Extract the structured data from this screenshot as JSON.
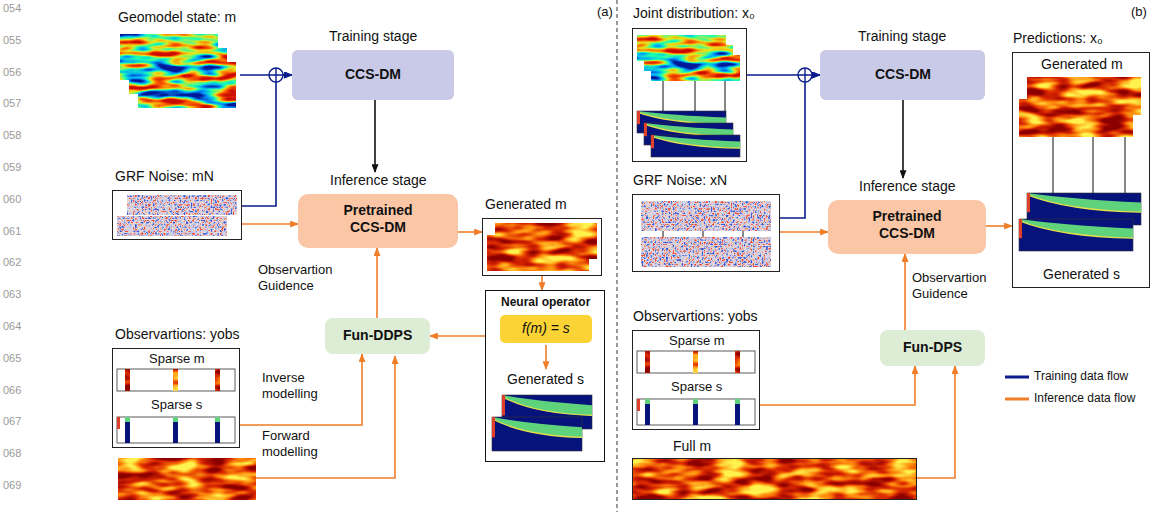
{
  "diagram": {
    "nodes": [
      {
        "text": [
          "Geomodel state: m"
        ]
      },
      {
        "text": [
          "Training stage",
          "CCS-DM"
        ]
      },
      {
        "text": [
          "GRF Noise: mN"
        ]
      },
      {
        "text": [
          "Inference stage",
          "Pretrained CCS-DM"
        ]
      },
      {
        "text": [
          "Generated m"
        ]
      },
      {
        "text": [
          "Neural operator",
          "Generated s"
        ]
      },
      {
        "text": [
          "f(m) = s"
        ],
        "in": 5
      },
      {
        "text": [
          "Fun-DDPS"
        ]
      },
      {
        "text": [
          "Observartions: yobs",
          "Sparse m",
          "Sparse s"
        ]
      },
      {
        "text": [
          "Joint distribution: x₀"
        ]
      },
      {
        "text": [
          "Training stage",
          "CCS-DM"
        ]
      },
      {
        "text": [
          "Predictions: x₀",
          "Generated m",
          "Generated s"
        ]
      },
      {
        "text": [
          "GRF Noise: xN"
        ]
      },
      {
        "text": [
          "Inference stage",
          "Pretrained CCS-DM"
        ]
      },
      {
        "text": [
          "Fun-DPS"
        ]
      },
      {
        "text": [
          "Observartions: yobs",
          "Sparse m",
          "Sparse s"
        ]
      },
      {
        "text": [
          "Full m"
        ]
      }
    ],
    "edges": [
      {
        "from": 0,
        "to": 1,
        "arrow": "to"
      },
      {
        "from": 2,
        "to": 1,
        "arrow": "to"
      },
      {
        "from": 1,
        "to": 3,
        "arrow": "to"
      },
      {
        "from": 2,
        "to": 3,
        "arrow": "to"
      },
      {
        "from": 3,
        "to": 4,
        "arrow": "to"
      },
      {
        "from": 4,
        "to": 5,
        "arrow": "to"
      },
      {
        "from": 5,
        "to": 7,
        "arrow": "to"
      },
      {
        "from": 7,
        "to": 3,
        "label": "Observartion Guidence",
        "arrow": "to"
      },
      {
        "from": 8,
        "to": 7,
        "label": "Inverse modelling",
        "arrow": "to"
      },
      {
        "from": 9,
        "to": 10,
        "arrow": "to"
      },
      {
        "from": 12,
        "to": 10,
        "arrow": "to"
      },
      {
        "from": 10,
        "to": 13,
        "arrow": "to"
      },
      {
        "from": 12,
        "to": 13,
        "arrow": "to"
      },
      {
        "from": 13,
        "to": 11,
        "arrow": "to"
      },
      {
        "from": 14,
        "to": 13,
        "label": "Observartion Guidence",
        "arrow": "to"
      },
      {
        "from": 15,
        "to": 14,
        "arrow": "to"
      },
      {
        "from": 16,
        "to": 14,
        "arrow": "to"
      }
    ],
    "labels": [
      "054",
      "055",
      "056",
      "057",
      "058",
      "059",
      "060",
      "061",
      "062",
      "063",
      "064",
      "065",
      "066",
      "067",
      "068",
      "069",
      "(a)",
      "(b)",
      "Forward modelling"
    ],
    "legend": [
      {
        "text": "Training data flow"
      },
      {
        "text": "Inference data flow"
      }
    ]
  }
}
